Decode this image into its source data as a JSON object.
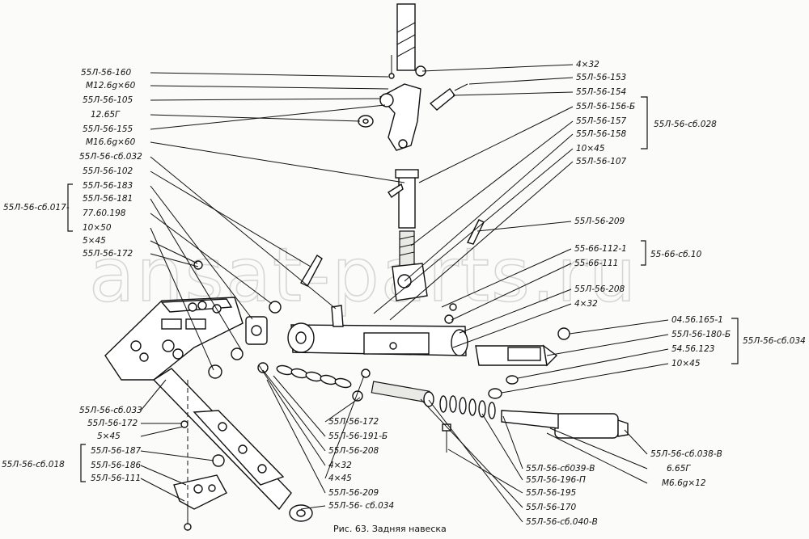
{
  "watermark": "ansat-parts.ru",
  "caption": "Рис. 63. Задняя навеска",
  "left_labels": {
    "l160": "55Л-56-160",
    "m12": "М12.6g×60",
    "l105": "55Л-56-105",
    "g12": "12.65Г",
    "l155": "55Л-56-155",
    "m16": "М16.6g×60",
    "sb032": "55Л-56-сб.032",
    "l102": "55Л-56-102",
    "l183": "55Л-56-183",
    "l181": "55Л-56-181",
    "p77": "77.60.198",
    "p10x50": "10×50",
    "p5x45": "5×45",
    "l172": "55Л-56-172"
  },
  "left_group_017": "55Л-56-сб.017-",
  "lower_left_labels": {
    "sb033": "55Л-56-сб.033",
    "l172b": "55Л-56-172",
    "p5x45b": "5×45",
    "l187": "55Л-56-187",
    "l186": "55Л-56-186",
    "l111": "55Л-56-111"
  },
  "left_group_018": "55Л-56-сб.018",
  "right_labels": {
    "p4x32": "4×32",
    "l153": "55Л-56-153",
    "l154": "55Л-56-154",
    "l156": "55Л-56-156-Б",
    "l157": "55Л-56-157",
    "l158": "55Л-56-158",
    "p10x45": "10×45",
    "l107": "55Л-56-107"
  },
  "right_group_028": "55Л-56-сб.028",
  "mid_right_labels": {
    "l209": "55Л-56-209",
    "l66_112": "55-66-112-1",
    "l66_111": "55-66-111",
    "l208": "55Л-56-208",
    "p4x32b": "4×32"
  },
  "right_group_10": "55-66-сб.10",
  "far_right_labels": {
    "p04": "04.56.165-1",
    "l180": "55Л-56-180-Б",
    "p54": "54.56.123",
    "p10x45b": "10×45"
  },
  "right_group_034": "55Л-56-сб.034",
  "bottom_labels": {
    "l172c": "55Л-56-172",
    "l191": "55Л-56-191-Б",
    "l208b": "55Л-56-208",
    "p4x32c": "4×32",
    "p4x45": "4×45",
    "l209b": "55Л-56-209",
    "sb034": "55Л-56- сб.034"
  },
  "bottom_right_labels": {
    "sb038": "55Л-56-сб.038-В",
    "g6": "6.65Г",
    "m6": "М6.6g×12",
    "sb039": "55Л-56-сб039-В",
    "l196": "55Л-56-196-П",
    "l195": "55Л-56-195",
    "l170": "55Л-56-170",
    "sb040": "55Л-56-сб.040-В"
  }
}
